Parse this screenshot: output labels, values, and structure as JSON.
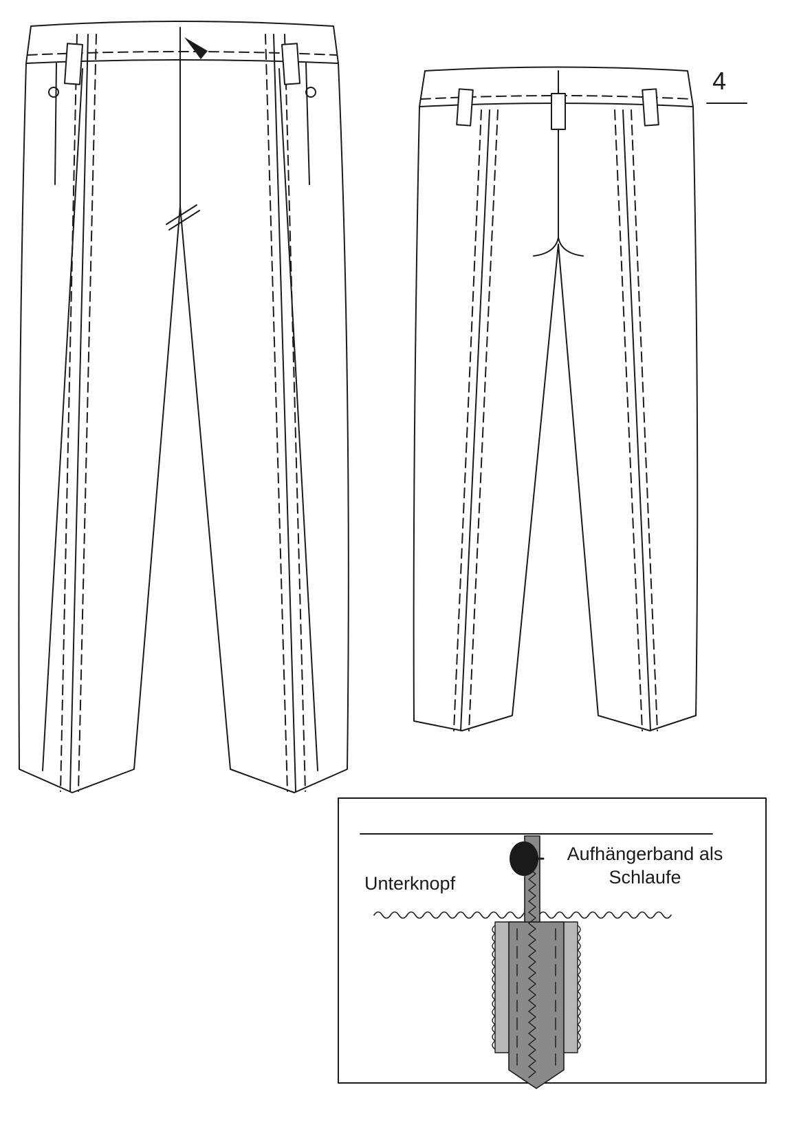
{
  "figure": {
    "step_number": "4",
    "detail": {
      "label_button": "Unterknopf",
      "label_loop_line1": "Aufhängerband als",
      "label_loop_line2": "Schlaufe"
    }
  },
  "colors": {
    "line": "#1a1a1a",
    "fabric_dark": "#8a8a8a",
    "fabric_light": "#b8b8b8",
    "background": "#ffffff"
  }
}
